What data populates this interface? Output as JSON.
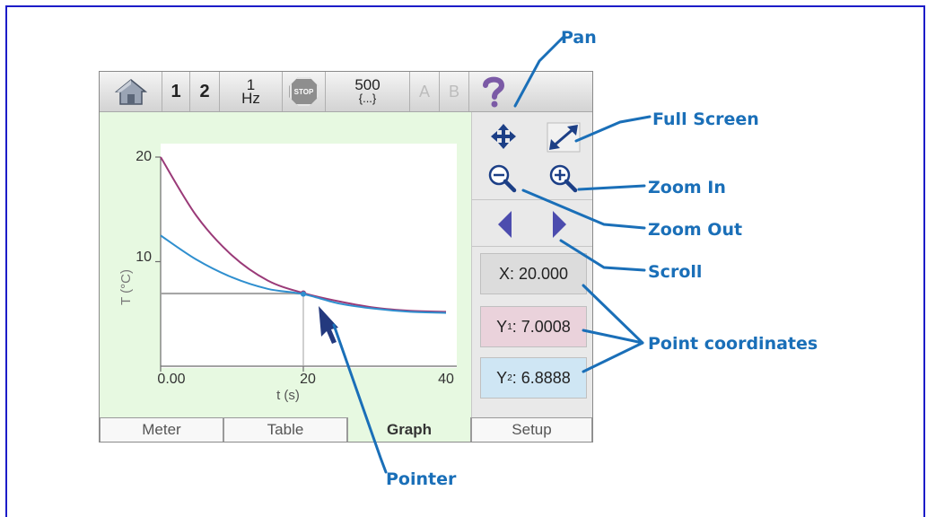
{
  "toolbar": {
    "home_icon": "house-icon",
    "run1": "1",
    "run2": "2",
    "rate_value": "1",
    "rate_unit": "Hz",
    "stop_label": "STOP",
    "duration_value": "500",
    "duration_sub": "{...}",
    "a_label": "A",
    "b_label": "B",
    "help_icon": "question-mark-icon"
  },
  "graph": {
    "y_label": "T (°C)",
    "x_label": "t (s)",
    "y_ticks": [
      "20",
      "10"
    ],
    "x_ticks": [
      "0.00",
      "20",
      "40"
    ]
  },
  "chart_data": {
    "type": "line",
    "xlabel": "t (s)",
    "ylabel": "T (°C)",
    "xlim": [
      0,
      40
    ],
    "ylim": [
      0,
      20
    ],
    "x": [
      0,
      5,
      10,
      15,
      20,
      25,
      30,
      35,
      40
    ],
    "series": [
      {
        "values": [
          20,
          14.4,
          10.6,
          8.2,
          7.0,
          6.2,
          5.6,
          5.3,
          5.2
        ],
        "color": "#9a3a78"
      },
      {
        "values": [
          12.5,
          10.2,
          8.5,
          7.4,
          6.9,
          6.0,
          5.5,
          5.2,
          5.1
        ],
        "color": "#2f8fcf"
      }
    ],
    "pointer_x": 20,
    "grid": false
  },
  "sidebar": {
    "pan_icon": "pan-arrows-icon",
    "fullscreen_icon": "fullscreen-icon",
    "zoom_out_icon": "zoom-out-icon",
    "zoom_in_icon": "zoom-in-icon",
    "scroll_left_icon": "triangle-left-icon",
    "scroll_right_icon": "triangle-right-icon",
    "x_prefix": "X",
    "x_value": "20.000",
    "y1_prefix": "Y",
    "y1_sub": "1",
    "y1_value": "7.0008",
    "y2_prefix": "Y",
    "y2_sub": "2",
    "y2_value": "6.8888"
  },
  "tabs": [
    "Meter",
    "Table",
    "Graph",
    "Setup"
  ],
  "callouts": {
    "pan": "Pan",
    "full_screen": "Full Screen",
    "zoom_in": "Zoom In",
    "zoom_out": "Zoom Out",
    "scroll": "Scroll",
    "point_coordinates": "Point coordinates",
    "pointer": "Pointer"
  },
  "colors": {
    "frame": "#1c1cc8",
    "callout": "#1a6fb8",
    "series1": "#9a3a78",
    "series2": "#2f8fcf",
    "graph_bg": "#e7f9e1"
  }
}
